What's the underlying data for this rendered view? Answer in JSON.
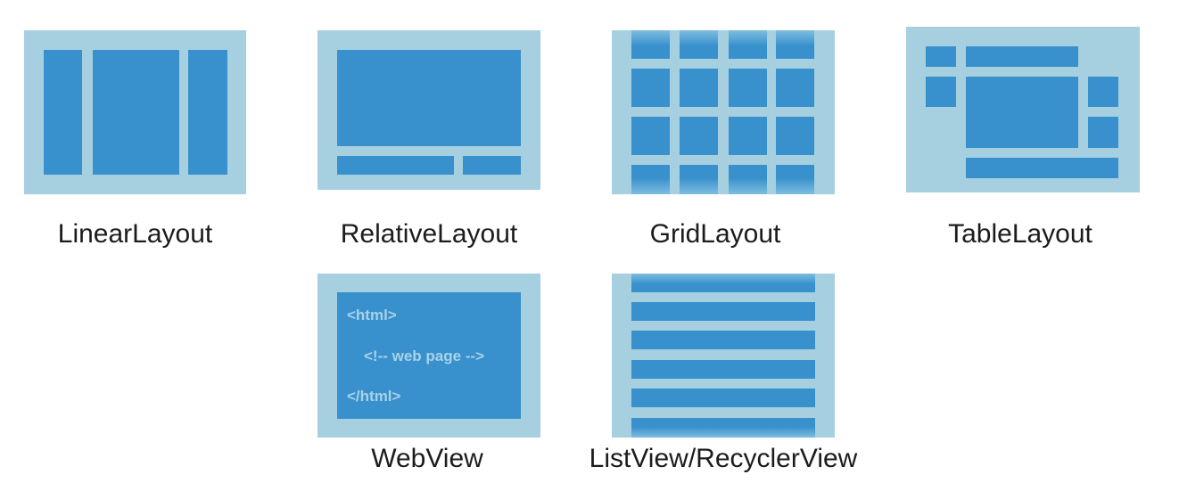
{
  "colors": {
    "panel": "#a6d0e0",
    "block": "#3891cc",
    "code_text": "#a8d2e8",
    "label_text": "#1c1c1c"
  },
  "layouts": {
    "linear": {
      "label": "LinearLayout"
    },
    "relative": {
      "label": "RelativeLayout"
    },
    "grid": {
      "label": "GridLayout"
    },
    "table": {
      "label": "TableLayout"
    },
    "webview": {
      "label": "WebView",
      "code_lines": [
        "<html>",
        "<!-- web page -->",
        "</html>"
      ]
    },
    "listview": {
      "label": "ListView/RecyclerView"
    }
  }
}
